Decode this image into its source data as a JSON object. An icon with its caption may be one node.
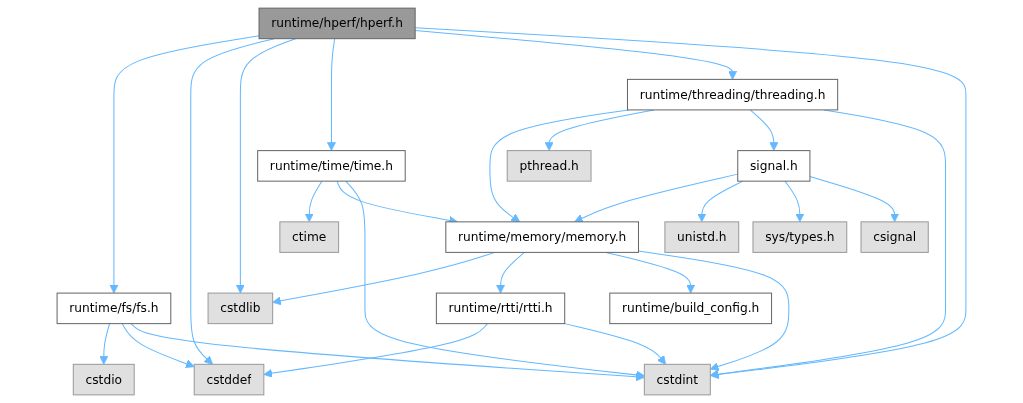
{
  "diagram": {
    "nodes": [
      {
        "text": [
          "runtime/hperf/hperf.h"
        ]
      },
      {
        "text": [
          "runtime/threading/threading.h"
        ]
      },
      {
        "text": [
          "runtime/time/time.h"
        ]
      },
      {
        "text": [
          "pthread.h"
        ]
      },
      {
        "text": [
          "signal.h"
        ]
      },
      {
        "text": [
          "runtime/memory/memory.h"
        ]
      },
      {
        "text": [
          "ctime"
        ]
      },
      {
        "text": [
          "unistd.h"
        ]
      },
      {
        "text": [
          "sys/types.h"
        ]
      },
      {
        "text": [
          "csignal"
        ]
      },
      {
        "text": [
          "runtime/fs/fs.h"
        ]
      },
      {
        "text": [
          "cstdlib"
        ]
      },
      {
        "text": [
          "runtime/rtti/rtti.h"
        ]
      },
      {
        "text": [
          "runtime/build_config.h"
        ]
      },
      {
        "text": [
          "cstdio"
        ]
      },
      {
        "text": [
          "cstddef"
        ]
      },
      {
        "text": [
          "cstdint"
        ]
      }
    ],
    "edges": [
      {
        "from": 0,
        "to": 10,
        "arrow": "to"
      },
      {
        "from": 0,
        "to": 15,
        "arrow": "to"
      },
      {
        "from": 0,
        "to": 11,
        "arrow": "to"
      },
      {
        "from": 0,
        "to": 2,
        "arrow": "to"
      },
      {
        "from": 0,
        "to": 1,
        "arrow": "to"
      },
      {
        "from": 0,
        "to": 16,
        "arrow": "to"
      },
      {
        "from": 1,
        "to": 5,
        "arrow": "to"
      },
      {
        "from": 1,
        "to": 3,
        "arrow": "to"
      },
      {
        "from": 1,
        "to": 4,
        "arrow": "to"
      },
      {
        "from": 1,
        "to": 16,
        "arrow": "to"
      },
      {
        "from": 2,
        "to": 6,
        "arrow": "to"
      },
      {
        "from": 2,
        "to": 5,
        "arrow": "to"
      },
      {
        "from": 2,
        "to": 16,
        "arrow": "to"
      },
      {
        "from": 4,
        "to": 5,
        "arrow": "to"
      },
      {
        "from": 4,
        "to": 7,
        "arrow": "to"
      },
      {
        "from": 4,
        "to": 8,
        "arrow": "to"
      },
      {
        "from": 4,
        "to": 9,
        "arrow": "to"
      },
      {
        "from": 5,
        "to": 11,
        "arrow": "to"
      },
      {
        "from": 5,
        "to": 12,
        "arrow": "to"
      },
      {
        "from": 5,
        "to": 13,
        "arrow": "to"
      },
      {
        "from": 5,
        "to": 16,
        "arrow": "to"
      },
      {
        "from": 12,
        "to": 15,
        "arrow": "to"
      },
      {
        "from": 12,
        "to": 16,
        "arrow": "to"
      },
      {
        "from": 10,
        "to": 14,
        "arrow": "to"
      },
      {
        "from": 10,
        "to": 15,
        "arrow": "to"
      },
      {
        "from": 10,
        "to": 16,
        "arrow": "to"
      }
    ]
  }
}
